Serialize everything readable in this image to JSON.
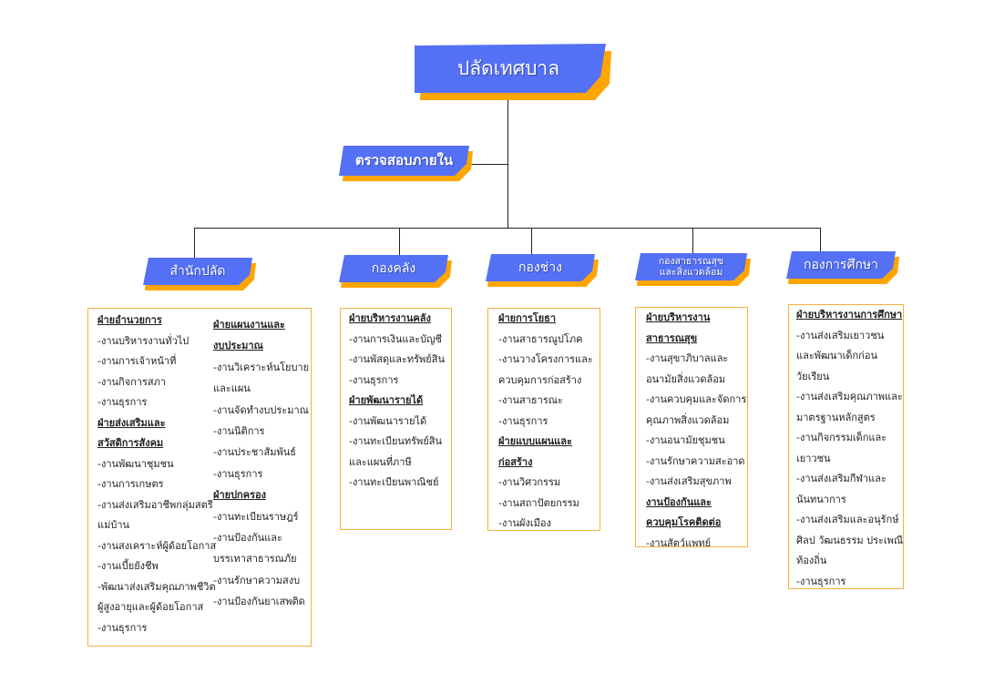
{
  "colors": {
    "node_fill": "#5470f5",
    "node_shadow": "#ffa500",
    "box_border": "#f5b13c",
    "line": "#222222"
  },
  "top": {
    "label": "ปลัดเทศบาล"
  },
  "audit": {
    "label": "ตรวจสอบภายใน"
  },
  "departments": [
    {
      "label": "สำนักปลัด"
    },
    {
      "label": "กองคลัง"
    },
    {
      "label": "กองช่าง"
    },
    {
      "label": "กองสาธารณสุข\nและสิ่งแวดล้อม"
    },
    {
      "label": "กองการศึกษา"
    }
  ],
  "boxes": [
    {
      "columns": [
        [
          {
            "t": "ฝ่ายอำนวยการ",
            "h": true
          },
          {
            "t": "-งานบริหารงานทั่วไป"
          },
          {
            "t": "-งานการเจ้าหน้าที่"
          },
          {
            "t": "-งานกิจการสภา"
          },
          {
            "t": "-งานธุรการ"
          },
          {
            "t": "ฝ่ายส่งเสริมและ",
            "h": true
          },
          {
            "t": "สวัสดิการสังคม",
            "h": true
          },
          {
            "t": "-งานพัฒนาชุมชน"
          },
          {
            "t": "-งานการเกษตร"
          },
          {
            "t": "-งานส่งเสริมอาชีพกลุ่มสตรี"
          },
          {
            "t": "แม่บ้าน"
          },
          {
            "t": "-งานสงเคราะห์ผู้ด้อยโอกาส"
          },
          {
            "t": "-งานเบี้ยยังชีพ"
          },
          {
            "t": "-พัฒนาส่งเสริมคุณภาพชีวิต"
          },
          {
            "t": "ผู้สูงอายุและผู้ด้อยโอกาส"
          },
          {
            "t": "-งานธุรการ"
          }
        ],
        [
          {
            "t": "ฝ่ายแผนงานและ",
            "h": true
          },
          {
            "t": "งบประมาณ",
            "h": true
          },
          {
            "t": "-งานวิเคราะห์นโยบาย"
          },
          {
            "t": "และแผน"
          },
          {
            "t": "-งานจัดทำงบประมาณ"
          },
          {
            "t": "-งานนิติการ"
          },
          {
            "t": "-งานประชาสัมพันธ์"
          },
          {
            "t": "-งานธุรการ"
          },
          {
            "t": "ฝ่ายปกครอง",
            "h": true
          },
          {
            "t": "-งานทะเบียนราษฎร์"
          },
          {
            "t": "-งานป้องกันและ"
          },
          {
            "t": "บรรเทาสาธารณภัย"
          },
          {
            "t": "-งานรักษาความสงบ"
          },
          {
            "t": "-งานป้องกันยาเสพติด"
          }
        ]
      ]
    },
    {
      "columns": [
        [
          {
            "t": "ฝ่ายบริหารงานคลัง",
            "h": true
          },
          {
            "t": "-งานการเงินและบัญชี"
          },
          {
            "t": "-งานพัสดุและทรัพย์สิน"
          },
          {
            "t": "-งานธุรการ"
          },
          {
            "t": "ฝ่ายพัฒนารายได้",
            "h": true
          },
          {
            "t": "-งานพัฒนารายได้"
          },
          {
            "t": "-งานทะเบียนทรัพย์สิน"
          },
          {
            "t": "และแผนที่ภาษี"
          },
          {
            "t": "-งานทะเบียนพาณิชย์"
          }
        ]
      ]
    },
    {
      "columns": [
        [
          {
            "t": "ฝ่ายการโยธา",
            "h": true
          },
          {
            "t": "-งานสาธารณูปโภค"
          },
          {
            "t": "-งานวางโครงการและ"
          },
          {
            "t": "ควบคุมการก่อสร้าง"
          },
          {
            "t": "-งานสาธารณะ"
          },
          {
            "t": "-งานธุรการ"
          },
          {
            "t": "ฝ่ายแบบแผนและ",
            "h": true
          },
          {
            "t": "ก่อสร้าง",
            "h": true
          },
          {
            "t": "-งานวิศวกรรม"
          },
          {
            "t": "-งานสถาปัตยกรรม"
          },
          {
            "t": "-งานผังเมือง"
          }
        ]
      ]
    },
    {
      "columns": [
        [
          {
            "t": "ฝ่ายบริหารงาน",
            "h": true
          },
          {
            "t": "สาธารณสุข",
            "h": true
          },
          {
            "t": "-งานสุขาภิบาลและ"
          },
          {
            "t": "อนามัยสิ่งแวดล้อม"
          },
          {
            "t": "-งานควบคุมและจัดการ"
          },
          {
            "t": "คุณภาพสิ่งแวดล้อม"
          },
          {
            "t": "-งานอนามัยชุมชน"
          },
          {
            "t": "-งานรักษาความสะอาด"
          },
          {
            "t": "-งานส่งเสริมสุขภาพ"
          },
          {
            "t": "งานป้องกันและ",
            "h": true
          },
          {
            "t": "ควบคุมโรคติดต่อ",
            "h": true
          },
          {
            "t": "-งานสัตว์แพทย์"
          }
        ]
      ]
    },
    {
      "columns": [
        [
          {
            "t": "ฝ่ายบริหารงานการศึกษา",
            "h": true
          },
          {
            "t": "-งานส่งเสริมเยาวชน"
          },
          {
            "t": "และพัฒนาเด็กก่อน"
          },
          {
            "t": "วัยเรียน"
          },
          {
            "t": "-งานส่งเสริมคุณภาพและ"
          },
          {
            "t": "มาตรฐานหลักสูตร"
          },
          {
            "t": "-งานกิจกรรมเด็กและ"
          },
          {
            "t": "เยาวชน"
          },
          {
            "t": "-งานส่งเสริมกีฬาและ"
          },
          {
            "t": "นันทนาการ"
          },
          {
            "t": "-งานส่งเสริมและอนุรักษ์"
          },
          {
            "t": "ศิลป วัฒนธรรม ประเพณี"
          },
          {
            "t": "ท้องถิ่น"
          },
          {
            "t": "-งานธุรการ"
          }
        ]
      ]
    }
  ]
}
